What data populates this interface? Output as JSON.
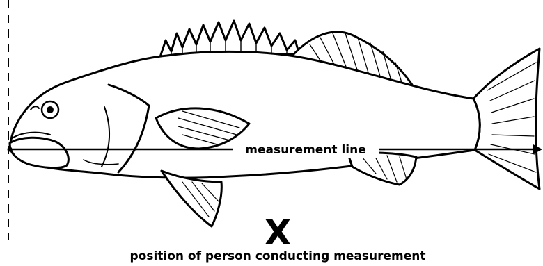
{
  "diagram": {
    "measurement_line_label": "measurement line",
    "position_marker": "X",
    "caption": "position of person conducting measurement"
  },
  "colors": {
    "ink": "#000000",
    "background": "#ffffff"
  },
  "icons": {
    "subject": "fish-illustration",
    "arrow": "arrowhead-icon"
  }
}
